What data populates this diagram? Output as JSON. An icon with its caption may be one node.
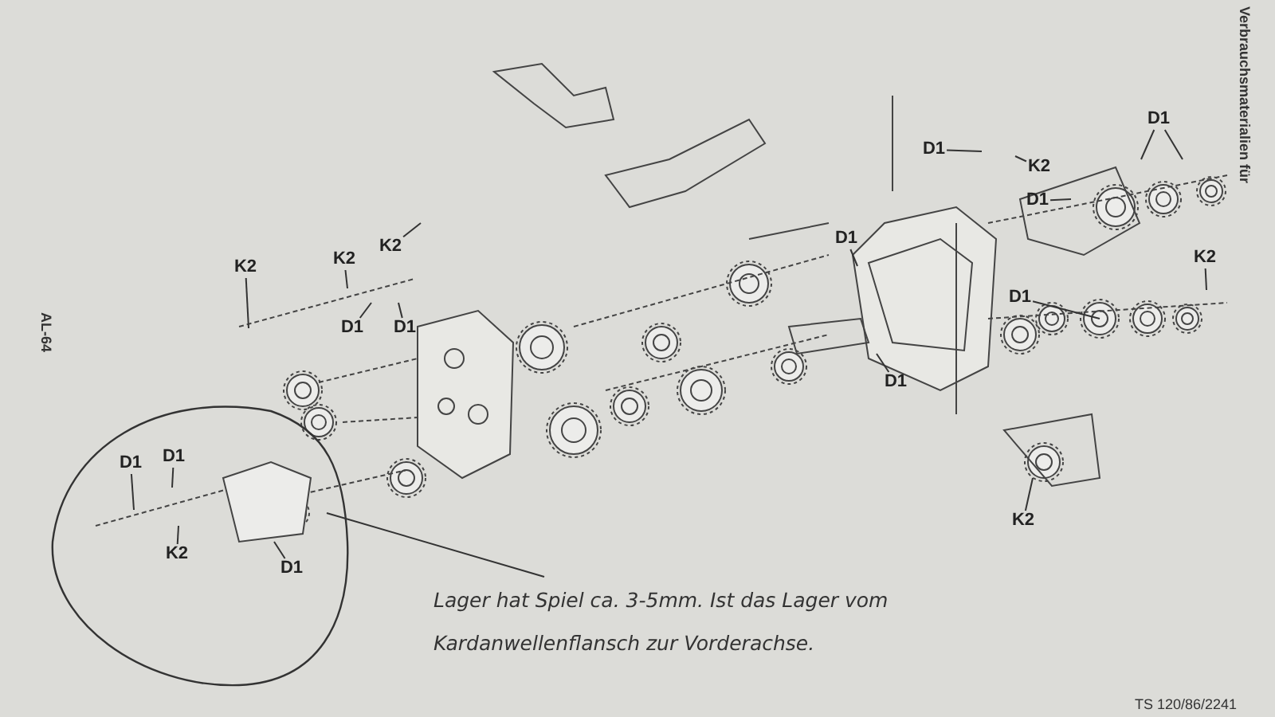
{
  "diagram": {
    "nodes": [
      {
        "text": [
          "K2"
        ]
      },
      {
        "text": [
          "D1"
        ]
      },
      {
        "text": [
          "K2"
        ]
      },
      {
        "text": [
          "D1"
        ]
      },
      {
        "text": [
          "D1"
        ]
      },
      {
        "text": [
          "D1"
        ]
      },
      {
        "text": [
          "K2"
        ]
      },
      {
        "text": [
          "K2"
        ]
      },
      {
        "text": [
          "D1"
        ]
      },
      {
        "text": [
          "D1"
        ]
      },
      {
        "text": [
          "K2"
        ]
      },
      {
        "text": [
          "D1"
        ]
      },
      {
        "text": [
          "D1"
        ]
      },
      {
        "text": [
          "D1"
        ]
      },
      {
        "text": [
          "D1"
        ]
      },
      {
        "text": [
          "K2"
        ]
      },
      {
        "text": [
          "D1"
        ]
      },
      {
        "text": [
          "K2"
        ]
      },
      {
        "text": [
          "Lager hat Spiel ca. 3-5mm. Ist das Lager vom Kardanwellenflansch zur Vorderachse."
        ]
      }
    ],
    "edges": [
      {
        "from": 0,
        "to": null,
        "arrow": "none"
      },
      {
        "from": 1,
        "to": null,
        "arrow": "none"
      },
      {
        "from": 2,
        "to": null,
        "arrow": "none"
      },
      {
        "from": 3,
        "to": null,
        "arrow": "none"
      },
      {
        "from": 4,
        "to": null,
        "arrow": "none"
      },
      {
        "from": 4,
        "to": null,
        "arrow": "none"
      },
      {
        "from": 5,
        "to": null,
        "arrow": "none"
      },
      {
        "from": 6,
        "to": null,
        "arrow": "none"
      },
      {
        "from": 7,
        "to": null,
        "arrow": "none"
      },
      {
        "from": 8,
        "to": null,
        "arrow": "none"
      },
      {
        "from": 9,
        "to": null,
        "arrow": "none"
      },
      {
        "from": 10,
        "to": null,
        "arrow": "none"
      },
      {
        "from": 11,
        "to": null,
        "arrow": "none"
      },
      {
        "from": 12,
        "to": null,
        "arrow": "none"
      },
      {
        "from": 13,
        "to": null,
        "arrow": "none"
      },
      {
        "from": 14,
        "to": null,
        "arrow": "none"
      },
      {
        "from": 15,
        "to": null,
        "arrow": "none"
      },
      {
        "from": 16,
        "to": null,
        "arrow": "none"
      },
      {
        "from": 17,
        "to": null,
        "arrow": "none"
      },
      {
        "from": 18,
        "to": null,
        "arrow": "none"
      }
    ],
    "labels": [
      "Verbrauchsmaterialien für",
      "AL-64",
      "TS 120/86/2241"
    ]
  }
}
